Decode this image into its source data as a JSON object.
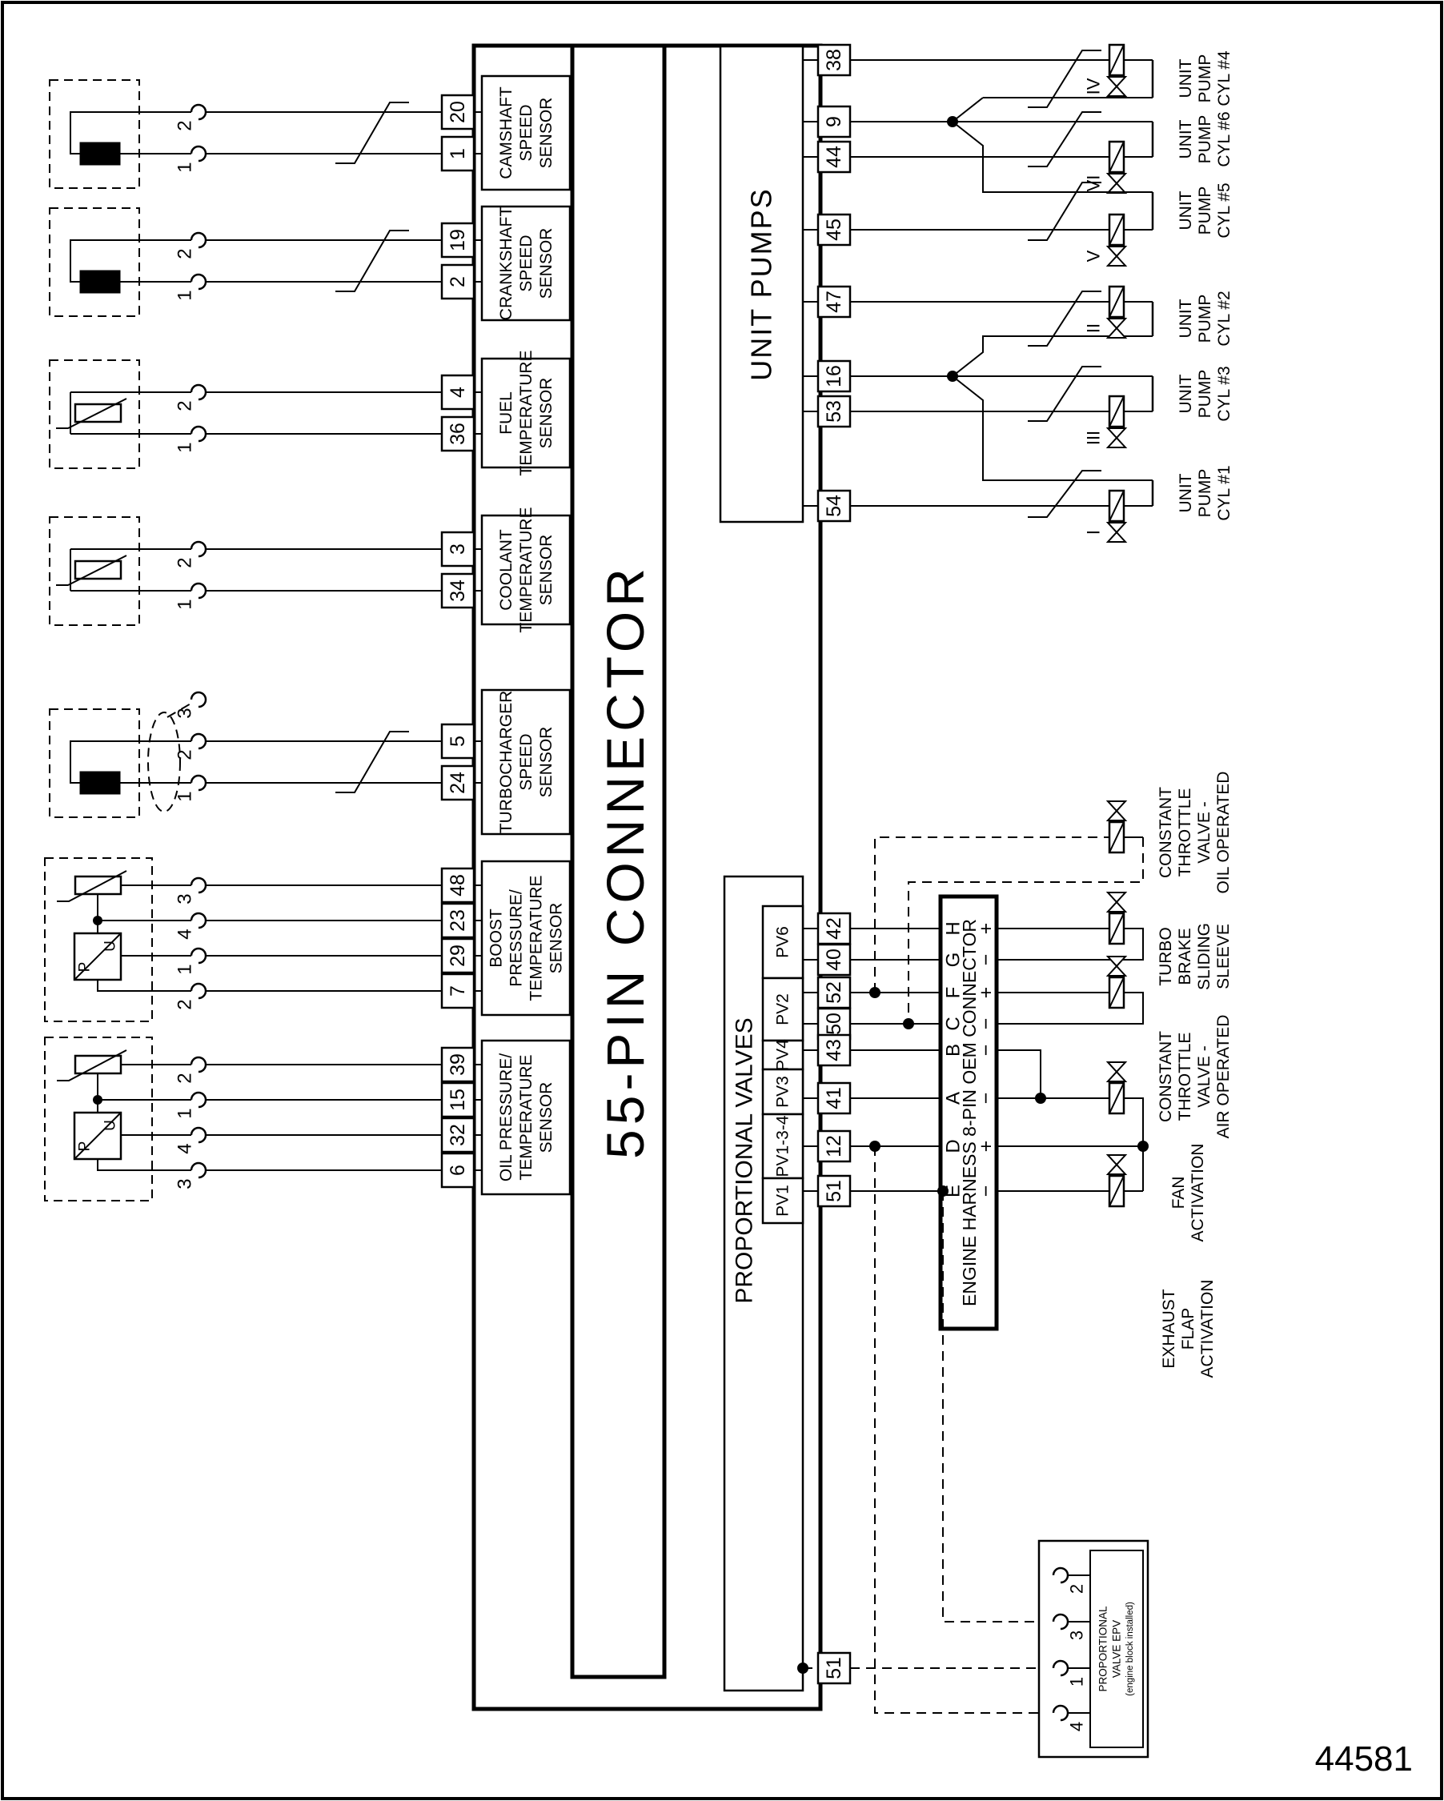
{
  "connector": {
    "title": "55-PIN CONNECTOR"
  },
  "doc_number": "44581",
  "left_pins": [
    "20",
    "1",
    "19",
    "2",
    "4",
    "36",
    "3",
    "34",
    "5",
    "24",
    "48",
    "23",
    "29",
    "7",
    "39",
    "15",
    "32",
    "6"
  ],
  "sensors": [
    {
      "label": "CAMSHAFT\nSPEED\nSENSOR",
      "contacts": [
        "2",
        "1"
      ]
    },
    {
      "label": "CRANKSHAFT\nSPEED\nSENSOR",
      "contacts": [
        "2",
        "1"
      ]
    },
    {
      "label": "FUEL\nTEMPERATURE\nSENSOR",
      "contacts": [
        "2",
        "1"
      ]
    },
    {
      "label": "COOLANT\nTEMPERATURE\nSENSOR",
      "contacts": [
        "2",
        "1"
      ]
    },
    {
      "label": "TURBOCHARGER\nSPEED\nSENSOR",
      "contacts": [
        "3",
        "2",
        "1"
      ]
    },
    {
      "label": "BOOST\nPRESSURE/\nTEMPERATURE\nSENSOR",
      "contacts": [
        "3",
        "4",
        "1",
        "2"
      ],
      "symbols": {
        "p": "P",
        "u": "U"
      }
    },
    {
      "label": "OIL PRESSURE/\nTEMPERATURE\nSENSOR",
      "contacts": [
        "2",
        "1",
        "4",
        "3"
      ],
      "symbols": {
        "p": "P",
        "u": "U"
      }
    }
  ],
  "unit_pumps": {
    "title": "UNIT PUMPS",
    "pins": [
      "38",
      "9",
      "44",
      "45",
      "47",
      "16",
      "53",
      "54"
    ],
    "pumps": [
      {
        "roman": "IV",
        "label": "UNIT\nPUMP\nCYL #4"
      },
      {
        "roman": "VI",
        "label": "UNIT\nPUMP\nCYL #6"
      },
      {
        "roman": "V",
        "label": "UNIT\nPUMP\nCYL #5"
      },
      {
        "roman": "II",
        "label": "UNIT\nPUMP\nCYL #2"
      },
      {
        "roman": "III",
        "label": "UNIT\nPUMP\nCYL #3"
      },
      {
        "roman": "I",
        "label": "UNIT\nPUMP\nCYL #1"
      }
    ]
  },
  "proportional_valves": {
    "title": "PROPORTIONAL VALVES",
    "segments": [
      "PV6",
      "PV2",
      "PV4",
      "PV3",
      "PV1-3-4",
      "PV1"
    ],
    "pins": [
      "42",
      "40",
      "52",
      "50",
      "43",
      "41",
      "12",
      "51"
    ],
    "extra_pin": "51"
  },
  "oem_connector": {
    "title": "ENGINE HARNESS 8-PIN OEM CONNECTOR",
    "pins": [
      {
        "letter": "H",
        "sign": "+"
      },
      {
        "letter": "G",
        "sign": "−"
      },
      {
        "letter": "F",
        "sign": "+"
      },
      {
        "letter": "C",
        "sign": "−"
      },
      {
        "letter": "B",
        "sign": "−"
      },
      {
        "letter": "A",
        "sign": "−"
      },
      {
        "letter": "D",
        "sign": "+"
      },
      {
        "letter": "E",
        "sign": "−"
      }
    ]
  },
  "valves": [
    {
      "label": "CONSTANT\nTHROTTLE\nVALVE -\nOIL OPERATED"
    },
    {
      "label": "TURBO\nBRAKE\nSLIDING\nSLEEVE"
    },
    {
      "label": "CONSTANT\nTHROTTLE\nVALVE -\nAIR OPERATED"
    },
    {
      "label": "FAN\nACTIVATION"
    },
    {
      "label": "EXHAUST\nFLAP\nACTIVATION"
    }
  ],
  "epv": {
    "label_main": "PROPORTIONAL\nVALVE EPV",
    "label_sub": "(engine block installed)",
    "contacts": [
      "2",
      "3",
      "1",
      "4"
    ]
  }
}
